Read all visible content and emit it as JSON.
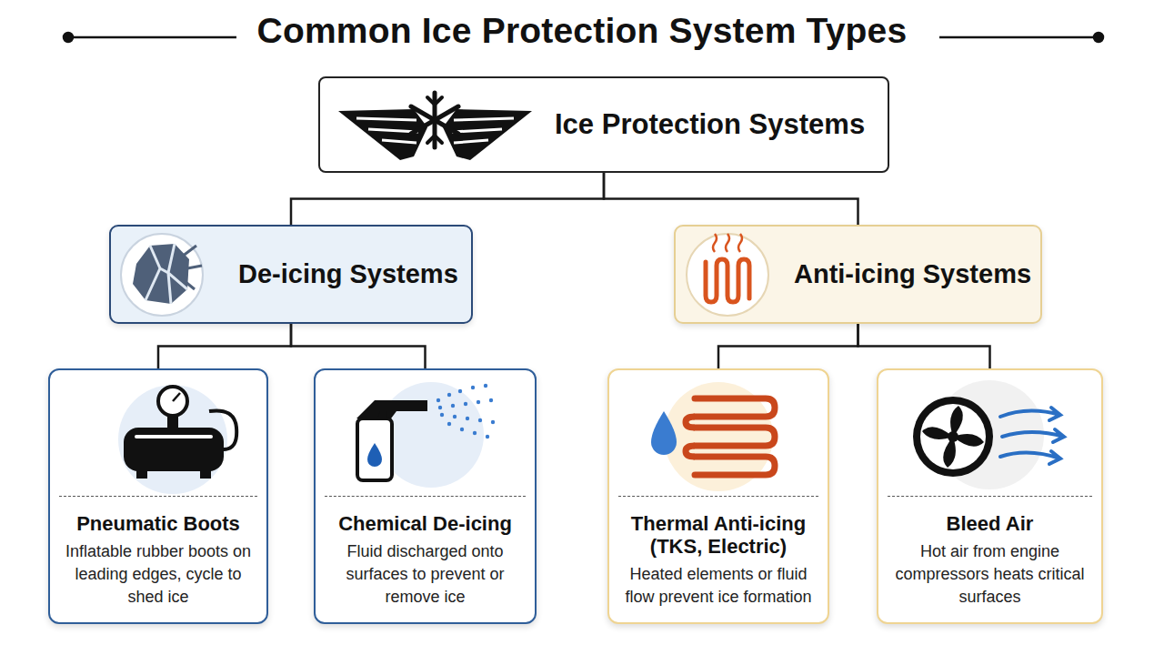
{
  "diagram": {
    "title": "Common Ice Protection System Types",
    "nodes": [
      {
        "text": [
          "Ice Protection Systems"
        ]
      },
      {
        "text": [
          "De-icing Systems"
        ]
      },
      {
        "text": [
          "Anti-icing Systems"
        ]
      },
      {
        "text": [
          "Pneumatic Boots",
          "Inflatable rubber boots on leading edges, cycle to shed ice"
        ]
      },
      {
        "text": [
          "Chemical De-icing",
          "Fluid discharged onto surfaces to prevent or remove ice"
        ]
      },
      {
        "text": [
          "Thermal Anti-icing (TKS, Electric)",
          "Heated elements or fluid flow prevent ice formation"
        ]
      },
      {
        "text": [
          "Bleed Air",
          "Hot air from engine compressors heats critical surfaces"
        ]
      }
    ],
    "edges": [
      {
        "from": 0,
        "to": 1,
        "arrow": "none"
      },
      {
        "from": 0,
        "to": 2,
        "arrow": "none"
      },
      {
        "from": 1,
        "to": 3,
        "arrow": "none"
      },
      {
        "from": 1,
        "to": 4,
        "arrow": "none"
      },
      {
        "from": 2,
        "to": 5,
        "arrow": "none"
      },
      {
        "from": 2,
        "to": 6,
        "arrow": "none"
      }
    ]
  }
}
